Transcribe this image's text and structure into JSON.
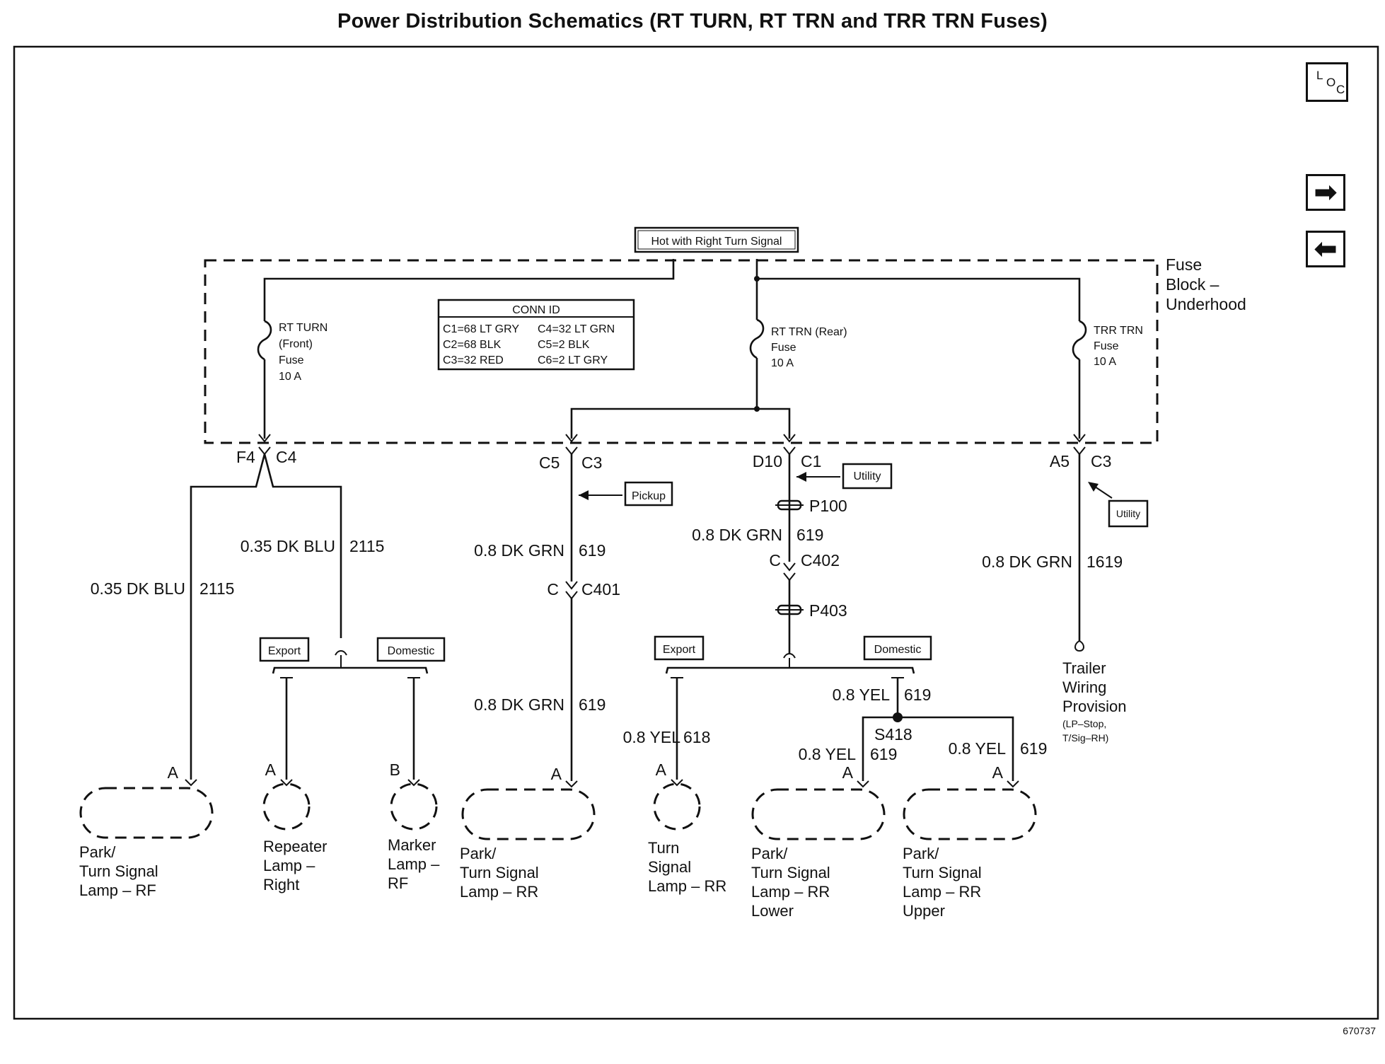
{
  "title": "Power Distribution Schematics (RT TURN, RT TRN and TRR TRN Fuses)",
  "figure_id": "670737",
  "nav": {
    "forward_glyph": "➡",
    "back_glyph": "⬅"
  },
  "loc": {
    "l": "L",
    "o": "O",
    "c": "C"
  },
  "hot_label": "Hot with Right Turn Signal",
  "fuse_block": {
    "line1": "Fuse",
    "line2": "Block –",
    "line3": "Underhood"
  },
  "conn_id": {
    "header": "CONN ID",
    "c1": "C1=68 LT GRY",
    "c2": "C2=68 BLK",
    "c3": "C3=32 RED",
    "c4": "C4=32 LT GRN",
    "c5": "C5=2 BLK",
    "c6": "C6=2 LT GRY"
  },
  "fuses": {
    "rt_turn": {
      "l1": "RT TURN",
      "l2": "(Front)",
      "l3": "Fuse",
      "l4": "10 A"
    },
    "rt_trn": {
      "l1": "RT TRN (Rear)",
      "l2": "Fuse",
      "l3": "10 A"
    },
    "trr_trn": {
      "l1": "TRR TRN",
      "l2": "Fuse",
      "l3": "10 A"
    }
  },
  "connectors": {
    "f4": "F4",
    "c4": "C4",
    "c5": "C5",
    "c3a": "C3",
    "d10": "D10",
    "c1": "C1",
    "a5": "A5",
    "c3b": "C3",
    "p100": "P100",
    "c402_pin": "C",
    "c402": "C402",
    "p403": "P403",
    "c401_pin": "C",
    "c401": "C401",
    "s418": "S418"
  },
  "tags": {
    "pickup": "Pickup",
    "utility1": "Utility",
    "utility2": "Utility",
    "export1": "Export",
    "domestic1": "Domestic",
    "export2": "Export",
    "domestic2": "Domestic"
  },
  "wires": {
    "w1_color": "0.35 DK BLU",
    "w1_num": "2115",
    "w2_color": "0.35 DK BLU",
    "w2_num": "2115",
    "w3_color": "0.8 DK GRN",
    "w3_num": "619",
    "w4_color": "0.8 DK GRN",
    "w4_num": "619",
    "w5_color": "0.8 DK GRN",
    "w5_num": "619",
    "w6_color": "0.8 DK GRN",
    "w6_num": "1619",
    "w7_color": "0.8 YEL",
    "w7_num": "618",
    "w8_color": "0.8 YEL",
    "w8_num": "619",
    "w9_color": "0.8 YEL",
    "w9_num": "619",
    "w10_color": "0.8 YEL",
    "w10_num": "619"
  },
  "pins": {
    "p1": "A",
    "p2": "A",
    "p3": "B",
    "p4": "A",
    "p5": "A",
    "p6": "A",
    "p7": "A"
  },
  "components": {
    "park_rf": {
      "l1": "Park/",
      "l2": "Turn Signal",
      "l3": "Lamp – RF"
    },
    "repeater": {
      "l1": "Repeater",
      "l2": "Lamp –",
      "l3": "Right"
    },
    "marker": {
      "l1": "Marker",
      "l2": "Lamp –",
      "l3": "RF"
    },
    "park_rr": {
      "l1": "Park/",
      "l2": "Turn Signal",
      "l3": "Lamp – RR"
    },
    "turn_rr": {
      "l1": "Turn",
      "l2": "Signal",
      "l3": "Lamp – RR"
    },
    "park_rr_lower": {
      "l1": "Park/",
      "l2": "Turn Signal",
      "l3": "Lamp – RR",
      "l4": "Lower"
    },
    "park_rr_upper": {
      "l1": "Park/",
      "l2": "Turn Signal",
      "l3": "Lamp – RR",
      "l4": "Upper"
    },
    "trailer": {
      "l1": "Trailer",
      "l2": "Wiring",
      "l3": "Provision",
      "l4": "(LP–Stop,",
      "l5": "T/Sig–RH)"
    }
  }
}
